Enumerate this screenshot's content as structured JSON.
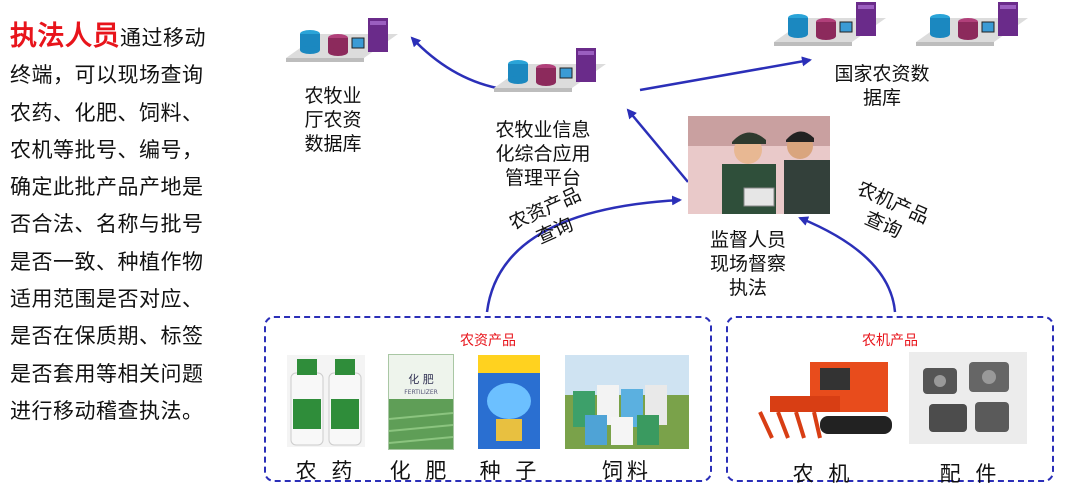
{
  "description": {
    "highlight": "执法人员",
    "lines": [
      "通过移动",
      "终端，可以现场查询",
      "农药、化肥、饲料、",
      "农机等批号、编号，",
      "确定此批产品产地是",
      "否合法、名称与批号",
      "是否一致、种植作物",
      "适用范围是否对应、",
      "是否在保质期、标签",
      "是否套用等相关问题",
      "进行移动稽查执法。"
    ]
  },
  "nodes": {
    "province_db": [
      "农牧业",
      "厅农资",
      "数据库"
    ],
    "platform": [
      "农牧业信息",
      "化综合应用",
      "管理平台"
    ],
    "national_db": [
      "国家农资数",
      "据库"
    ],
    "supervisor": [
      "监督人员",
      "现场督察",
      "执法"
    ]
  },
  "edge_labels": {
    "agri_query": [
      "农资产品",
      "查询"
    ],
    "machine_query": [
      "农机产品",
      "查询"
    ]
  },
  "groups": {
    "agri": {
      "title": "农资产品",
      "items": [
        "农 药",
        "化 肥",
        "种 子",
        "饲料"
      ]
    },
    "machine": {
      "title": "农机产品",
      "items": [
        "农 机",
        "配 件"
      ]
    }
  },
  "image_text": {
    "fertilizer_title": "化 肥",
    "fertilizer_sub": "FERTILIZER"
  },
  "colors": {
    "highlight": "#e8141b",
    "arrow": "#2b2fb8",
    "group_title": "#e8141b"
  }
}
